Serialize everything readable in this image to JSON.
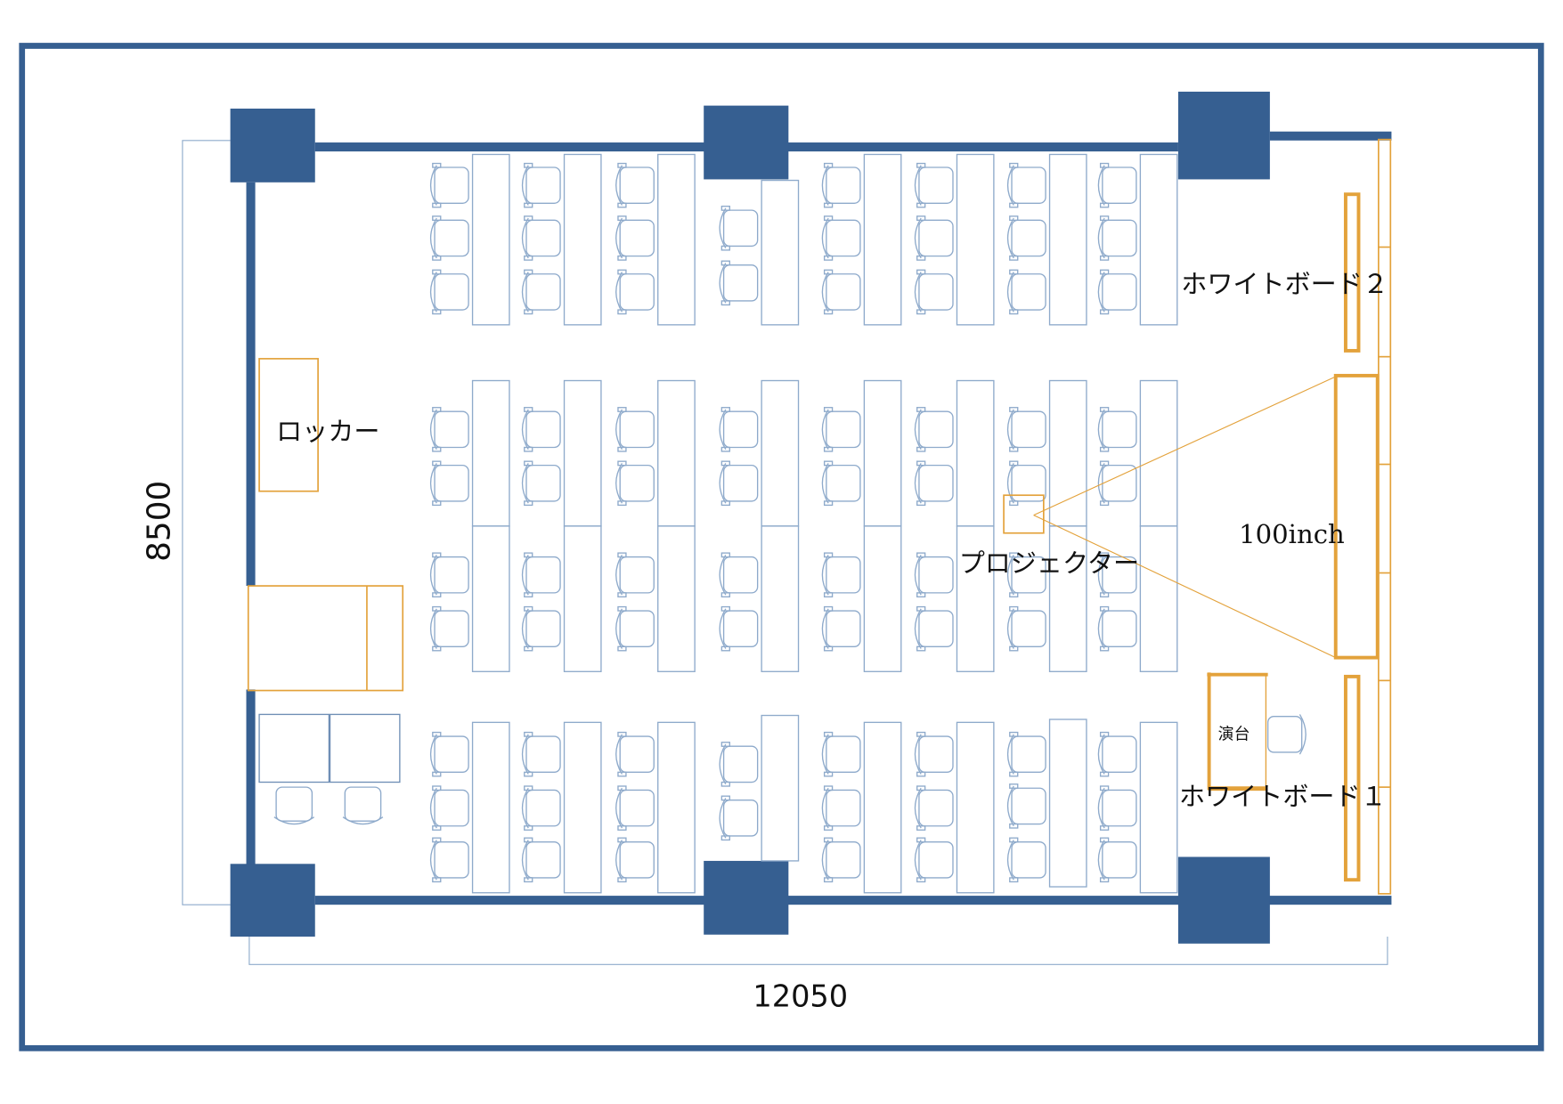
{
  "labels": {
    "locker": "ロッカー",
    "projector": "プロジェクター",
    "screen": "100inch",
    "whiteboard_2": "ホワイトボード２",
    "whiteboard_1": "ホワイトボード１",
    "podium": "演台"
  },
  "dimensions": {
    "depth": "8500",
    "width": "12050"
  },
  "colors": {
    "wall": "#365f91",
    "furniture": "#8eaacb",
    "fixture": "#e3a23b"
  }
}
